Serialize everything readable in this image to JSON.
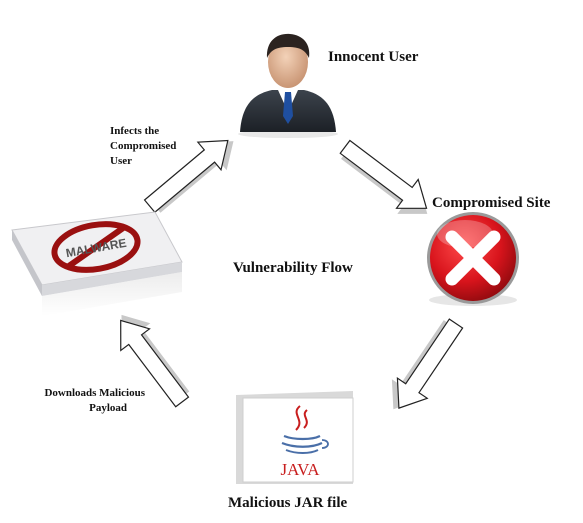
{
  "nodes": {
    "innocent_user": "Innocent User",
    "compromised_site": "Compromised Site",
    "malicious_jar": "Malicious JAR file",
    "center": "Vulnerability Flow"
  },
  "edges": {
    "infects_line1": "Infects the",
    "infects_line2": "Compromised",
    "infects_line3": "User",
    "downloads_line1": "Downloads Malicious",
    "downloads_line2": "Payload"
  },
  "logos": {
    "java_text": "JAVA",
    "malware_text": "MALWARE"
  },
  "icons": [
    "user-icon",
    "error-x-icon",
    "java-logo-icon",
    "no-malware-icon",
    "arrow-icon"
  ],
  "colors": {
    "error_red": "#d8141c",
    "java_red": "#c81e1e",
    "java_blue": "#4a6fa8",
    "suit": "#2a2f36"
  }
}
